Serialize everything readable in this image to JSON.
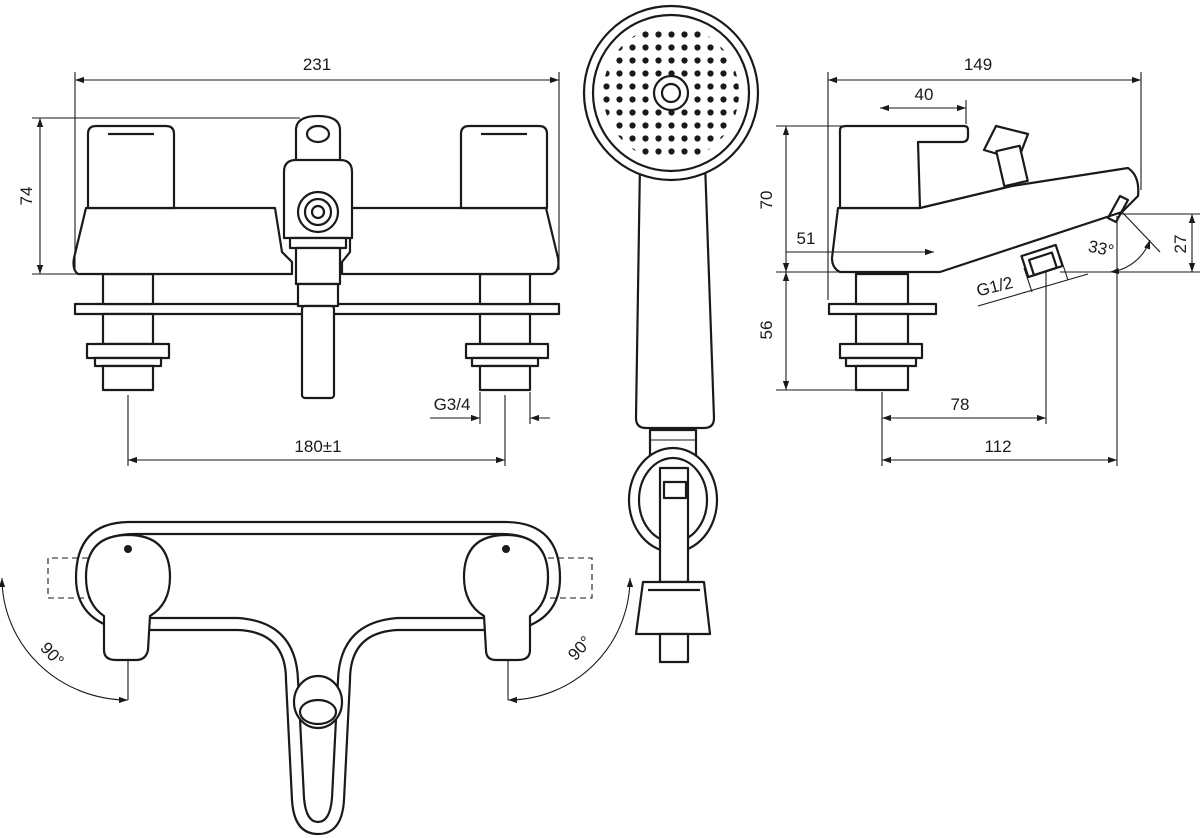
{
  "dimensions": {
    "width_overall": "231",
    "height_front": "74",
    "centres": "180±1",
    "inlet_thread": "G3/4",
    "width_side": "149",
    "lever_reach": "40",
    "height_side": "70",
    "body_depth": "51",
    "shank_length": "56",
    "outlet_thread": "G1/2",
    "spout_angle": "33°",
    "spout_drop": "27",
    "outlet_offset": "78",
    "outlet_projection": "112",
    "lever_rotation_left": "90°",
    "lever_rotation_right": "90°"
  }
}
